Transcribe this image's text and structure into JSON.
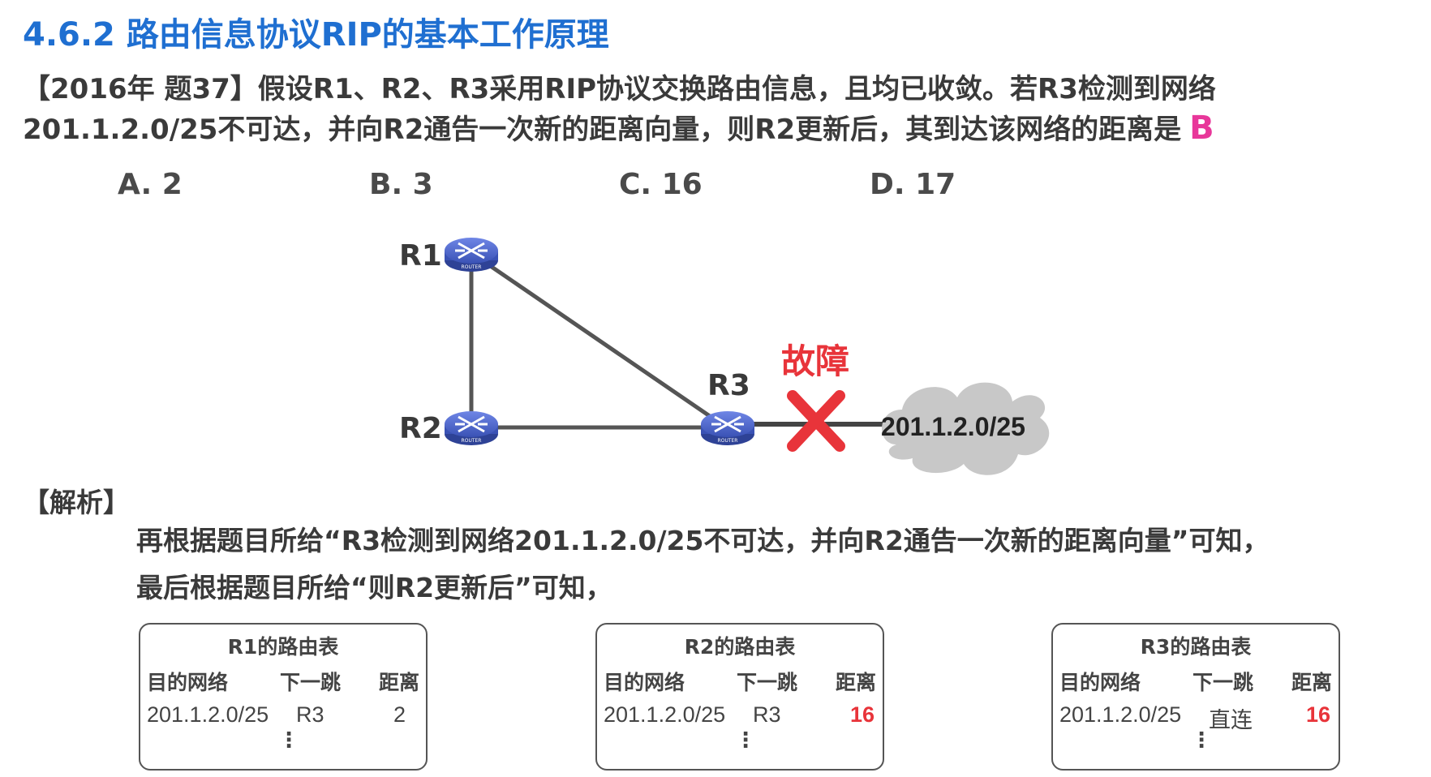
{
  "title": "4.6.2 路由信息协议RIP的基本工作原理",
  "question": {
    "line1": "【2016年 题37】假设R1、R2、R3采用RIP协议交换路由信息，且均已收敛。若R3检测到网络",
    "line2": "201.1.2.0/25不可达，并向R2通告一次新的距离向量，则R2更新后，其到达该网络的距离是",
    "answer": "B"
  },
  "options": [
    "A. 2",
    "B. 3",
    "C. 16",
    "D. 17"
  ],
  "diagram": {
    "routers": [
      "R1",
      "R2",
      "R3"
    ],
    "router_caption": "ROUTER",
    "fault_label": "故障",
    "network": "201.1.2.0/25"
  },
  "analysis": {
    "heading": "【解析】",
    "line1": "再根据题目所给“R3检测到网络201.1.2.0/25不可达，并向R2通告一次新的距离向量”可知，",
    "line2": "最后根据题目所给“则R2更新后”可知，"
  },
  "tables": [
    {
      "title": "R1的路由表",
      "headers": [
        "目的网络",
        "下一跳",
        "距离"
      ],
      "row": [
        "201.1.2.0/25",
        "R3",
        "2"
      ],
      "more": "⋮"
    },
    {
      "title": "R2的路由表",
      "headers": [
        "目的网络",
        "下一跳",
        "距离"
      ],
      "row": [
        "201.1.2.0/25",
        "R3",
        "16"
      ],
      "more": "⋮"
    },
    {
      "title": "R3的路由表",
      "headers": [
        "目的网络",
        "下一跳",
        "距离"
      ],
      "row": [
        "201.1.2.0/25",
        "直连",
        "16"
      ],
      "more": "⋮"
    }
  ],
  "colors": {
    "title": "#1f6fd1",
    "answer": "#e8379a",
    "fault": "#e8343a",
    "router": "#3d55b8"
  }
}
